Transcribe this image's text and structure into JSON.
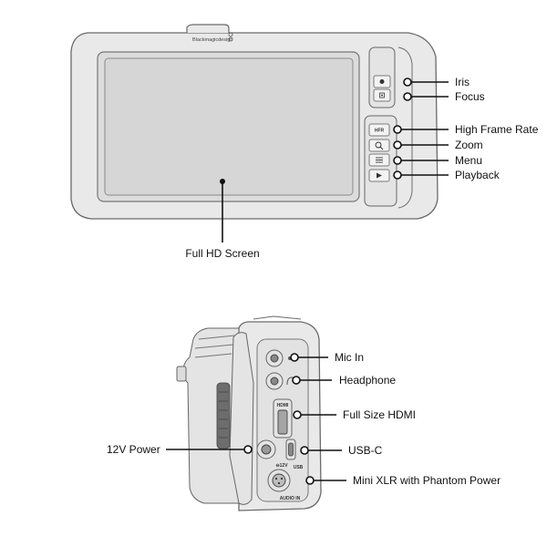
{
  "brand": "Blackmagicdesign",
  "back_view": {
    "labels": {
      "iris": "Iris",
      "focus": "Focus",
      "high_frame_rate": "High Frame Rate",
      "zoom": "Zoom",
      "menu": "Menu",
      "playback": "Playback",
      "screen": "Full HD Screen"
    },
    "button_text": {
      "hfr": "HFR"
    }
  },
  "side_view": {
    "labels": {
      "mic_in": "Mic In",
      "headphone": "Headphone",
      "hdmi": "Full Size HDMI",
      "power": "12V Power",
      "usb_c": "USB-C",
      "mini_xlr": "Mini XLR with Phantom Power"
    },
    "port_text": {
      "hdmi": "HDMI",
      "v12": "⊖12V",
      "usb": "USB",
      "audio_in": "AUDIO IN"
    }
  }
}
